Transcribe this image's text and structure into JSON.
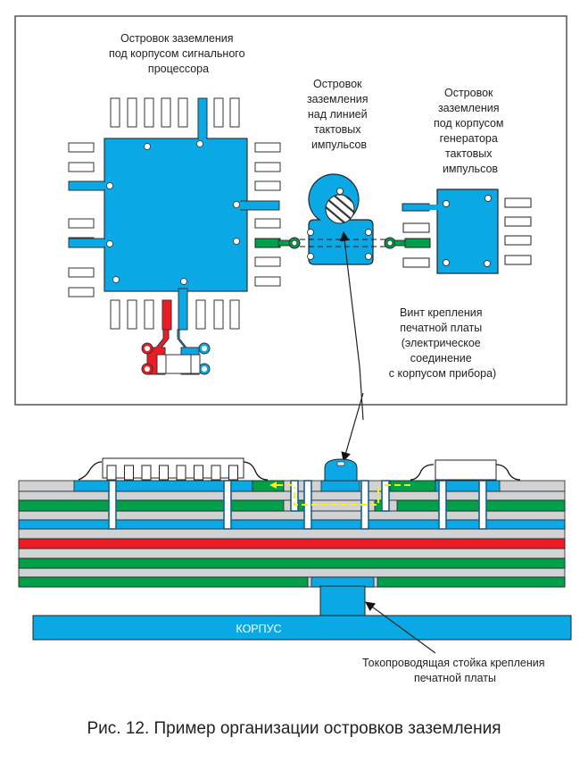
{
  "figure": {
    "caption": "Рис. 12. Пример организации островков заземления",
    "colors": {
      "ground_blue": "#0aa9e6",
      "signal_green": "#00a04b",
      "power_red": "#ec1c24",
      "dielectric_gray": "#d1d2d4",
      "current_path_yellow": "#ffef00",
      "outline": "#222222"
    },
    "top_view": {
      "labels": {
        "dsp_island": [
          "Островок заземления",
          "под корпусом сигнального",
          "процессора"
        ],
        "clock_line_island": [
          "Островок",
          "заземления",
          "над линией",
          "тактовых",
          "импульсов"
        ],
        "generator_island": [
          "Островок",
          "заземления",
          "под корпусом",
          "генератора",
          "тактовых",
          "импульсов"
        ],
        "screw": [
          "Винт крепления",
          "печатной платы",
          "(электрическое",
          "соединение",
          "с корпусом прибора)"
        ]
      }
    },
    "cross_section": {
      "layers": [
        "ground",
        "dielectric",
        "signal",
        "dielectric",
        "ground",
        "dielectric",
        "power",
        "dielectric",
        "signal",
        "dielectric",
        "signal"
      ],
      "chassis_label": "КОРПУС",
      "standoff_label": [
        "Токопроводящая стойка крепления",
        "печатной платы"
      ]
    }
  }
}
